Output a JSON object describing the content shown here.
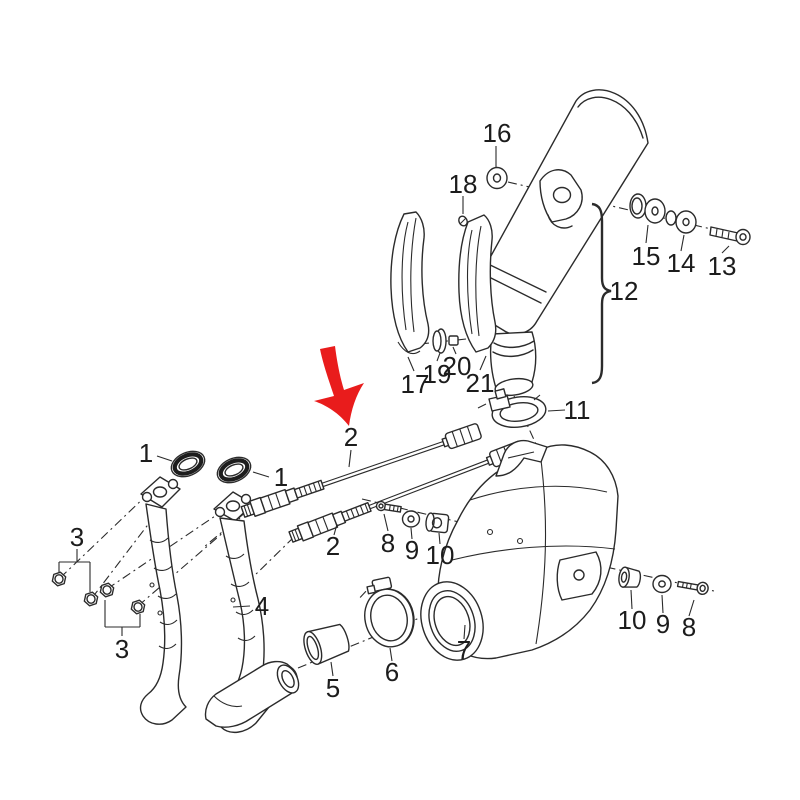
{
  "figure": {
    "background_color": "#ffffff",
    "line_color": "#2b2b2b",
    "arrow_color": "#e91c1c"
  },
  "callouts": [
    {
      "label": "16"
    },
    {
      "label": "18"
    },
    {
      "label": "15"
    },
    {
      "label": "14"
    },
    {
      "label": "13"
    },
    {
      "label": "12"
    },
    {
      "label": "17"
    },
    {
      "label": "19"
    },
    {
      "label": "20"
    },
    {
      "label": "21"
    },
    {
      "label": "11"
    },
    {
      "label": "2"
    },
    {
      "label": "1"
    },
    {
      "label": "1"
    },
    {
      "label": "2"
    },
    {
      "label": "3"
    },
    {
      "label": "3"
    },
    {
      "label": "4"
    },
    {
      "label": "8"
    },
    {
      "label": "9"
    },
    {
      "label": "10"
    },
    {
      "label": "5"
    },
    {
      "label": "6"
    },
    {
      "label": "7"
    },
    {
      "label": "10"
    },
    {
      "label": "9"
    },
    {
      "label": "8"
    }
  ]
}
